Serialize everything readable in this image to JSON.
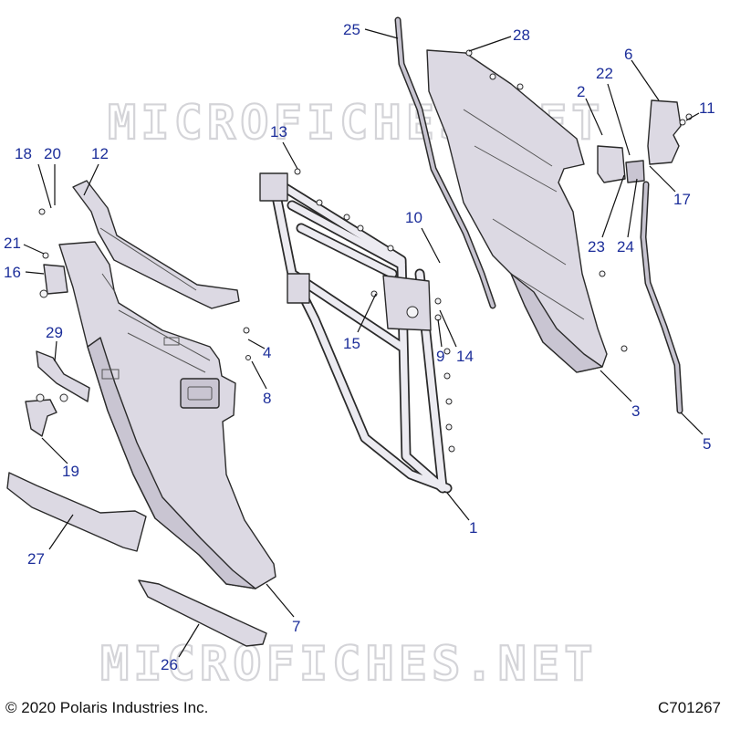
{
  "watermark_text": "MICROFICHES.NET",
  "copyright": "© 2020 Polaris Industries Inc.",
  "drawing_code": "C701267",
  "callouts": [
    {
      "id": "c25",
      "label": "25"
    },
    {
      "id": "c28",
      "label": "28"
    },
    {
      "id": "c6",
      "label": "6"
    },
    {
      "id": "c2",
      "label": "2"
    },
    {
      "id": "c22",
      "label": "22"
    },
    {
      "id": "c11",
      "label": "11"
    },
    {
      "id": "c13",
      "label": "13"
    },
    {
      "id": "c18",
      "label": "18"
    },
    {
      "id": "c20",
      "label": "20"
    },
    {
      "id": "c12",
      "label": "12"
    },
    {
      "id": "c17",
      "label": "17"
    },
    {
      "id": "c10",
      "label": "10"
    },
    {
      "id": "c23",
      "label": "23"
    },
    {
      "id": "c24",
      "label": "24"
    },
    {
      "id": "c21",
      "label": "21"
    },
    {
      "id": "c16",
      "label": "16"
    },
    {
      "id": "c15",
      "label": "15"
    },
    {
      "id": "c9",
      "label": "9"
    },
    {
      "id": "c14",
      "label": "14"
    },
    {
      "id": "c29",
      "label": "29"
    },
    {
      "id": "c4",
      "label": "4"
    },
    {
      "id": "c8",
      "label": "8"
    },
    {
      "id": "c3",
      "label": "3"
    },
    {
      "id": "c5",
      "label": "5"
    },
    {
      "id": "c19",
      "label": "19"
    },
    {
      "id": "c1",
      "label": "1"
    },
    {
      "id": "c27",
      "label": "27"
    },
    {
      "id": "c7",
      "label": "7"
    },
    {
      "id": "c26",
      "label": "26"
    }
  ]
}
